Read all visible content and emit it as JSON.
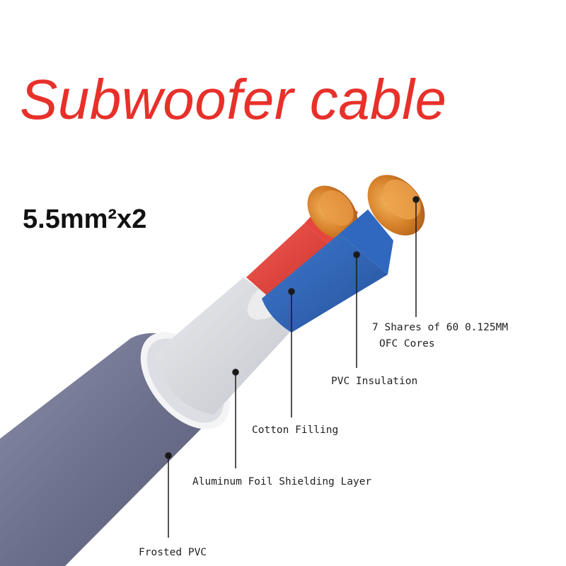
{
  "title": "Subwoofer cable",
  "spec": "5.5mm²x2",
  "labels": {
    "cores_line1": "7 Shares of 60 0.125MM",
    "cores_line2": "OFC Cores",
    "insulation": "PVC Insulation",
    "filling": "Cotton Filling",
    "shielding": "Aluminum Foil Shielding Layer",
    "jacket": "Frosted PVC"
  },
  "colors": {
    "title": "#e8302a",
    "jacket": "#6f7390",
    "foil": "#d7d8dc",
    "red_wire": "#e03b35",
    "blue_wire": "#2f64b8",
    "copper": "#d9822b"
  }
}
